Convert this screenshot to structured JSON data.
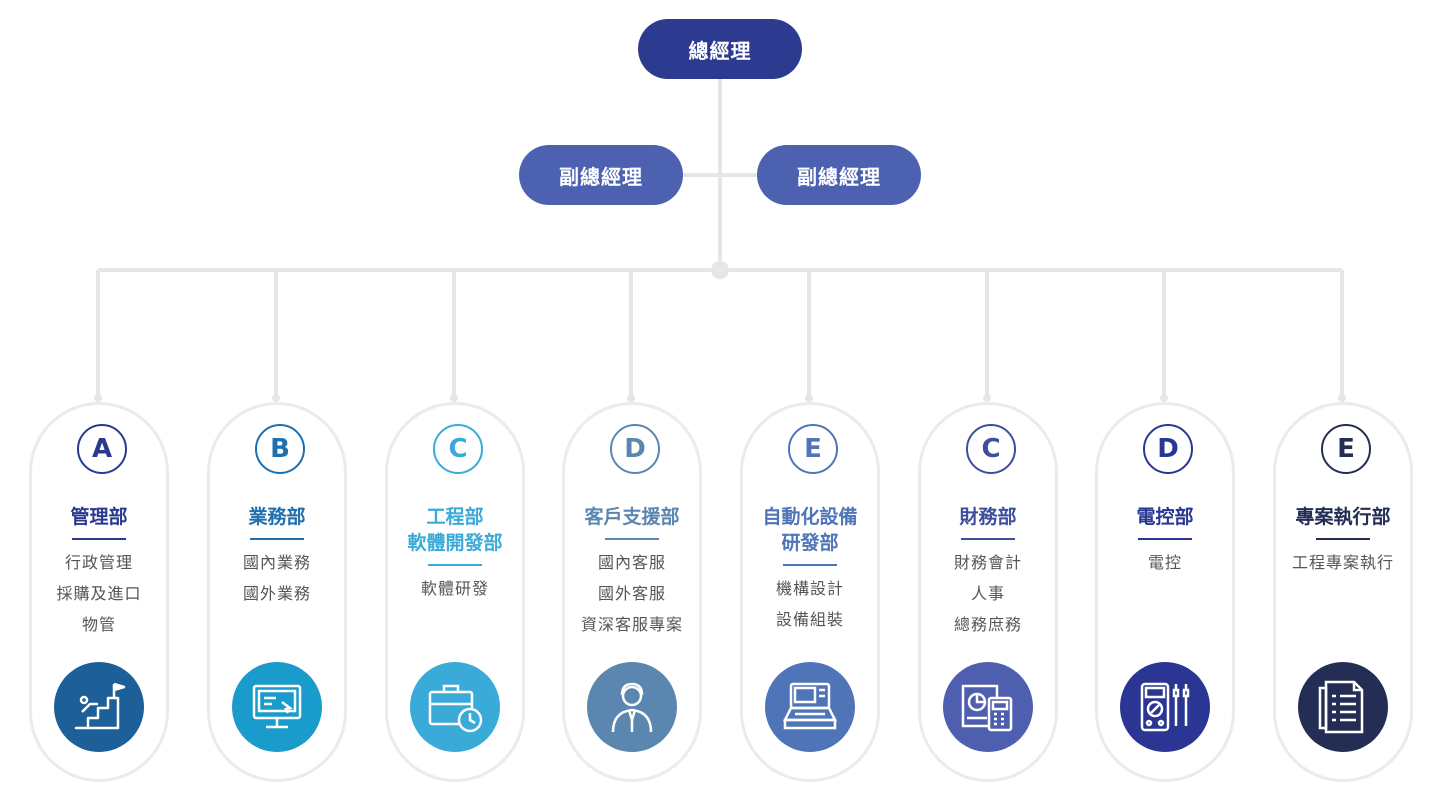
{
  "general_manager": {
    "label": "總經理",
    "color": "#2c3a8f"
  },
  "vice_managers": [
    {
      "label": "副總經理",
      "color": "#4c62b0"
    },
    {
      "label": "副總經理",
      "color": "#4c62b0"
    }
  ],
  "departments": [
    {
      "letter": "A",
      "title_lines": [
        "管理部"
      ],
      "items": [
        "行政管理",
        "採購及進口",
        "物管"
      ],
      "color": "#2a3990",
      "icon_bg": "#1d5f99",
      "icon": "stairs-flag-icon"
    },
    {
      "letter": "B",
      "title_lines": [
        "業務部"
      ],
      "items": [
        "國內業務",
        "國外業務"
      ],
      "color": "#1e6fae",
      "icon_bg": "#199ccb",
      "icon": "monitor-icon"
    },
    {
      "letter": "C",
      "title_lines": [
        "工程部",
        "軟體開發部"
      ],
      "items": [
        "軟體研發"
      ],
      "color": "#3aaad8",
      "icon_bg": "#3aaad8",
      "icon": "briefcase-clock-icon"
    },
    {
      "letter": "D",
      "title_lines": [
        "客戶支援部"
      ],
      "items": [
        "國內客服",
        "國外客服",
        "資深客服專案"
      ],
      "color": "#5a86b0",
      "icon_bg": "#5a86b0",
      "icon": "support-person-icon"
    },
    {
      "letter": "E",
      "title_lines": [
        "自動化設備",
        "研發部"
      ],
      "items": [
        "機構設計",
        "設備組裝"
      ],
      "color": "#4f74b8",
      "icon_bg": "#4f74b8",
      "icon": "control-panel-icon"
    },
    {
      "letter": "C",
      "title_lines": [
        "財務部"
      ],
      "items": [
        "財務會計",
        "人事",
        "總務庶務"
      ],
      "color": "#3c4e9e",
      "icon_bg": "#4f5fb0",
      "icon": "calculator-chart-icon"
    },
    {
      "letter": "D",
      "title_lines": [
        "電控部"
      ],
      "items": [
        "電控"
      ],
      "color": "#293794",
      "icon_bg": "#2a3594",
      "icon": "multimeter-icon"
    },
    {
      "letter": "E",
      "title_lines": [
        "專案執行部"
      ],
      "items": [
        "工程專案執行"
      ],
      "color": "#242e54",
      "icon_bg": "#242e54",
      "icon": "document-list-icon"
    }
  ],
  "connector_color": "#e6e6e6"
}
